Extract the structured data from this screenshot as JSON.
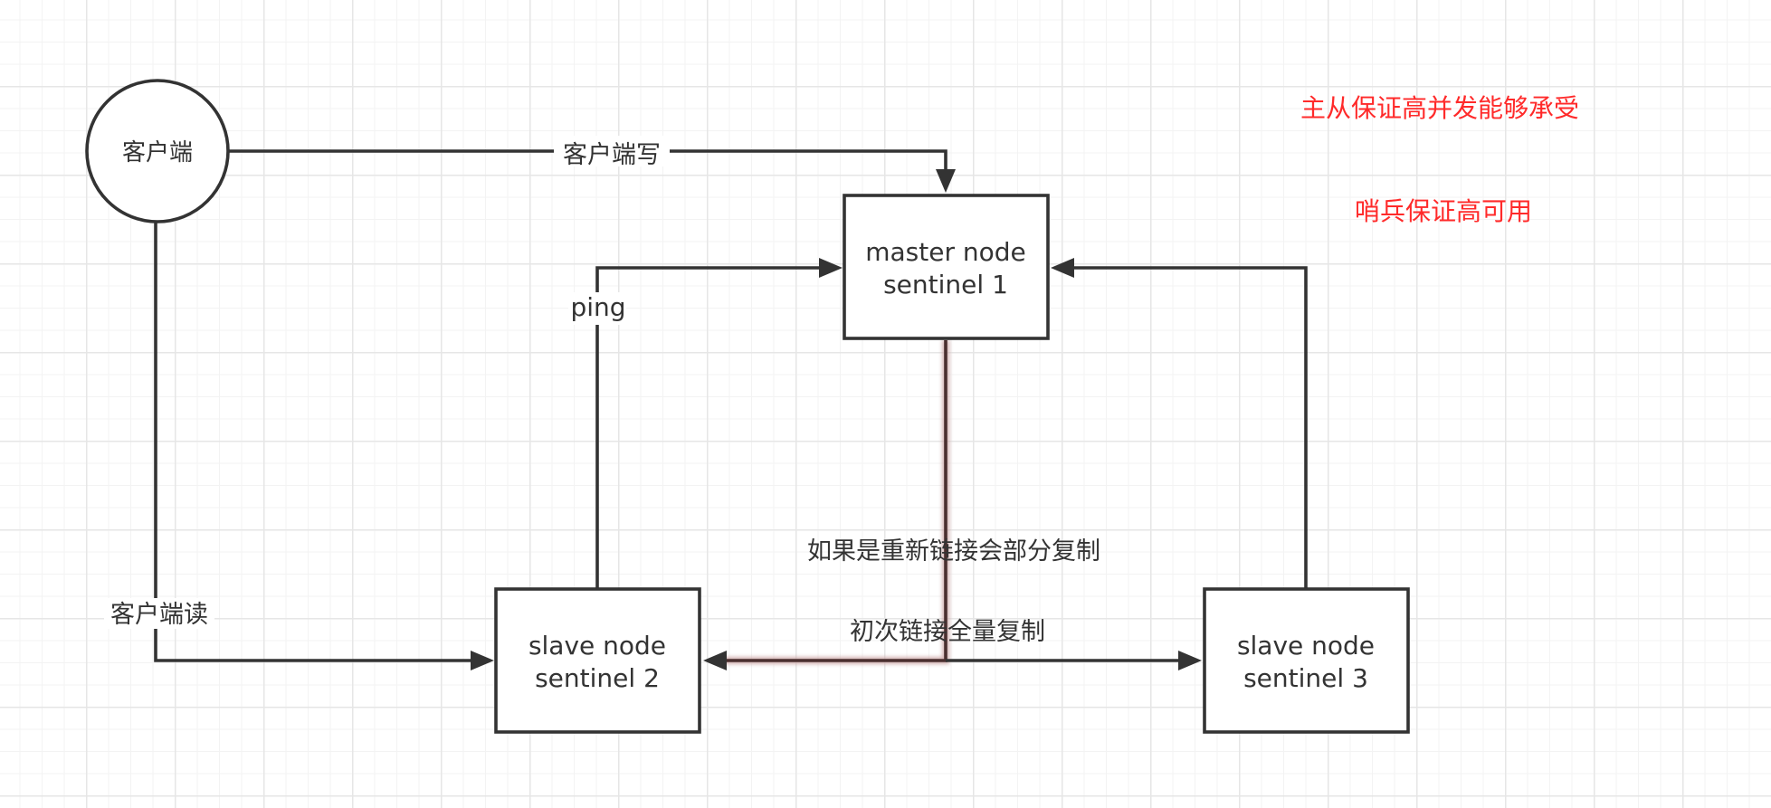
{
  "nodes": {
    "client": "客户端",
    "master": {
      "line1": "master node",
      "line2": "sentinel 1"
    },
    "slave2": {
      "line1": "slave node",
      "line2": "sentinel 2"
    },
    "slave3": {
      "line1": "slave node",
      "line2": "sentinel 3"
    }
  },
  "edges": {
    "client_write": "客户端写",
    "client_read": "客户端读",
    "ping": "ping",
    "reconnect": "如果是重新链接会部分复制",
    "first_connect": "初次链接全量复制"
  },
  "notes": {
    "note1": "主从保证高并发能够承受",
    "note2": "哨兵保证高可用"
  },
  "colors": {
    "stroke": "#333333",
    "note_text": "#ff2a2a",
    "highlight": "#7a4848"
  }
}
